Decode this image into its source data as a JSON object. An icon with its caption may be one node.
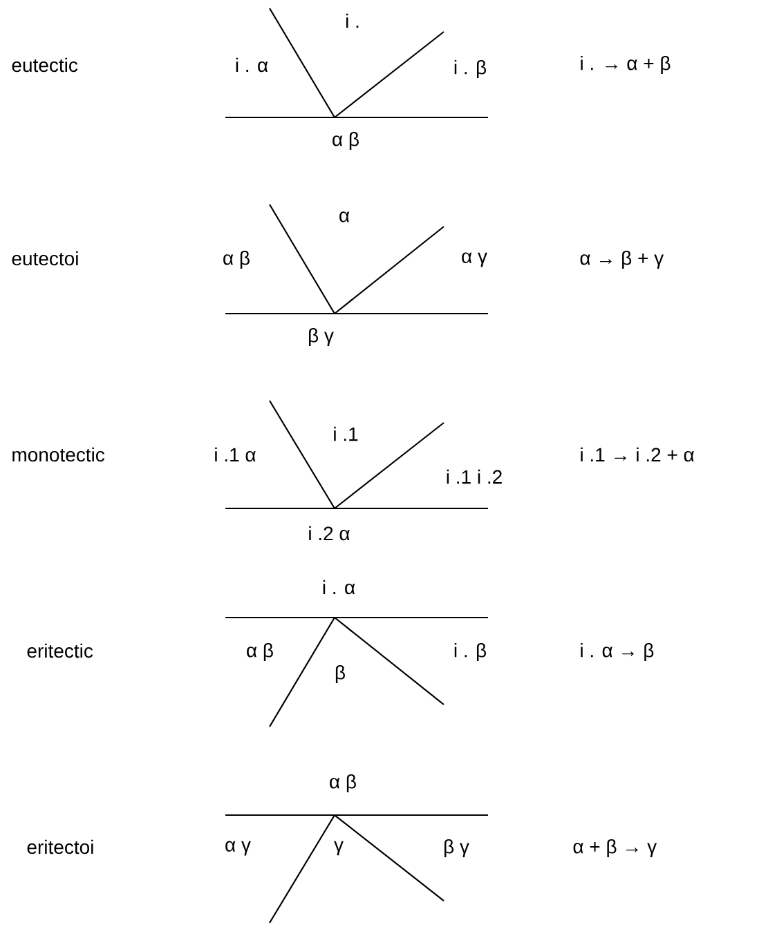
{
  "diagram": {
    "labels": [
      "eutectic",
      "i .",
      "i . α",
      "i . β",
      "i . → α + β",
      "α β",
      "eutectoi",
      "α",
      "α β",
      "α γ",
      "α → β + γ",
      "β γ",
      "monotectic",
      "i .1 α",
      "i .1",
      "i .1 i .2",
      "i .1 → i .2 + α",
      "i .2 α",
      "i . α",
      "eritectic",
      "α β",
      "i . β",
      "i . α → β",
      "β",
      "α β",
      "eritectoi",
      "α γ",
      "γ",
      "β γ",
      "α + β → γ"
    ]
  }
}
